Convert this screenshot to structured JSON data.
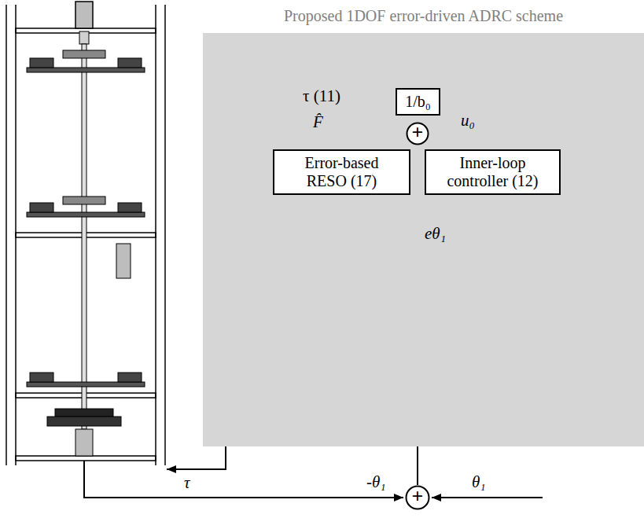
{
  "diagram": {
    "nodes": [
      {
        "text": [
          "Proposed 1DOF error-driven ADRC scheme"
        ]
      },
      {
        "text": [
          "1/b₀"
        ],
        "in": 0
      },
      {
        "text": [
          "+"
        ],
        "in": 0
      },
      {
        "text": [
          "Error-based RESO (17)"
        ],
        "in": 0
      },
      {
        "text": [
          "Inner-loop controller (12)"
        ],
        "in": 0
      },
      {
        "text": [
          "+"
        ]
      }
    ],
    "edges": [
      {
        "from": 3,
        "to": 2,
        "label": "F̂",
        "arrow": "to"
      },
      {
        "from": 4,
        "to": 2,
        "label": "u₀",
        "arrow": "to"
      },
      {
        "from": 2,
        "to": 1,
        "arrow": "to"
      },
      {
        "from": 1,
        "to": 3,
        "arrow": "to"
      },
      {
        "from": 5,
        "to": 3,
        "arrow": "to"
      },
      {
        "from": 5,
        "to": 4,
        "arrow": "to"
      }
    ],
    "labels": [
      "τ (11)",
      "eθ₁",
      "τ",
      "-θ₁",
      "θ₁"
    ]
  }
}
